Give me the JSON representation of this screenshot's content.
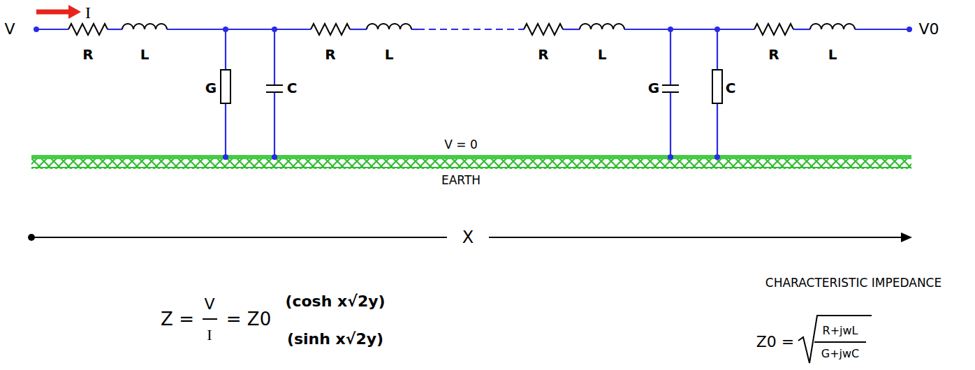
{
  "diagram": {
    "labels": [
      "I",
      "V",
      "R",
      "L",
      "R",
      "L",
      "G",
      "C",
      "R",
      "L",
      "G",
      "C",
      "R",
      "L",
      "V0",
      "V = 0",
      "EARTH",
      "X",
      "Z =",
      "V",
      "I",
      "= Z0",
      "(cosh x√2y)",
      "(sinh x√2y)",
      "CHARACTERISTIC IMPEDANCE",
      "Z0 =",
      "R+jwL",
      "G+jwC"
    ]
  }
}
